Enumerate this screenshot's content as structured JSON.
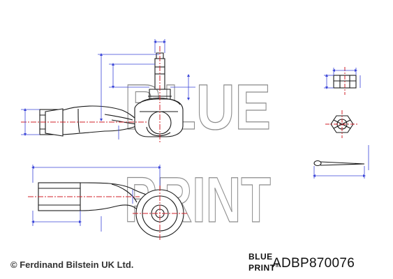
{
  "watermark": {
    "line1": "BLUE",
    "line2": "PRINT"
  },
  "footer": {
    "copyright": "© Ferdinand Bilstein UK Ltd.",
    "logo_line1": "BLUE",
    "logo_line2": "PRINT",
    "logo_mark": "®",
    "part_number": "ADBP870076"
  },
  "colors": {
    "outline": "#1a1a1a",
    "centerline": "#d0202a",
    "dimension": "#3a45d8",
    "watermark": "#8c8c8c"
  }
}
